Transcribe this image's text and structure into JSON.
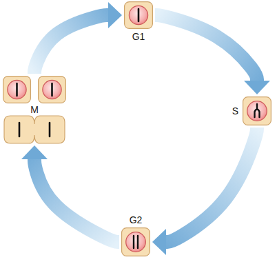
{
  "diagram": {
    "nodes": [
      {
        "text": [
          "G1"
        ]
      },
      {
        "text": [
          "S"
        ]
      },
      {
        "text": [
          "G2"
        ]
      },
      {
        "text": [
          "M"
        ]
      }
    ],
    "edges": [
      {
        "from": 0,
        "to": 1,
        "arrow": "to"
      },
      {
        "from": 1,
        "to": 2,
        "arrow": "to"
      },
      {
        "from": 2,
        "to": 3,
        "arrow": "to"
      },
      {
        "from": 3,
        "to": 0,
        "arrow": "to"
      }
    ]
  }
}
